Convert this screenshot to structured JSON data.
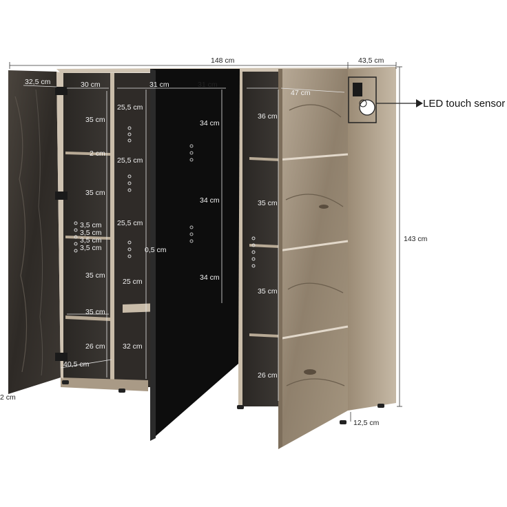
{
  "overall": {
    "width": "148 cm",
    "depth": "43,5 cm",
    "height": "143 cm",
    "foot_height": "12,5 cm",
    "plinth": "2 cm"
  },
  "callout": {
    "label": "LED touch sensor"
  },
  "left_door": {
    "width": "32,5 cm"
  },
  "left_compartment": {
    "width": "30 cm",
    "shelf_thickness": "2 cm",
    "gaps": [
      "35 cm",
      "35 cm",
      "35 cm",
      "26 cm"
    ],
    "hole_spacing": [
      "3,5 cm",
      "3,5 cm",
      "3,5 cm",
      "3,5 cm"
    ],
    "lower_depth": "35 cm",
    "base_depth": "40,5 cm"
  },
  "center_compartment": {
    "width": "31 cm",
    "gaps": [
      "25,5 cm",
      "25,5 cm",
      "25,5 cm",
      "25 cm",
      "32 cm"
    ],
    "shelf_thickness": "0,5 cm"
  },
  "glass_compartment": {
    "width": "31 cm",
    "gaps": [
      "34 cm",
      "34 cm",
      "34 cm"
    ]
  },
  "right_compartment": {
    "width": "47 cm",
    "gaps": [
      "36 cm",
      "35 cm",
      "35 cm",
      "26 cm"
    ]
  },
  "colors": {
    "oak_dark": "#3a3530",
    "oak_mid": "#8a7a66",
    "oak_light": "#cfc3b2",
    "glass": "#0d0d0d",
    "background": "#ffffff"
  }
}
